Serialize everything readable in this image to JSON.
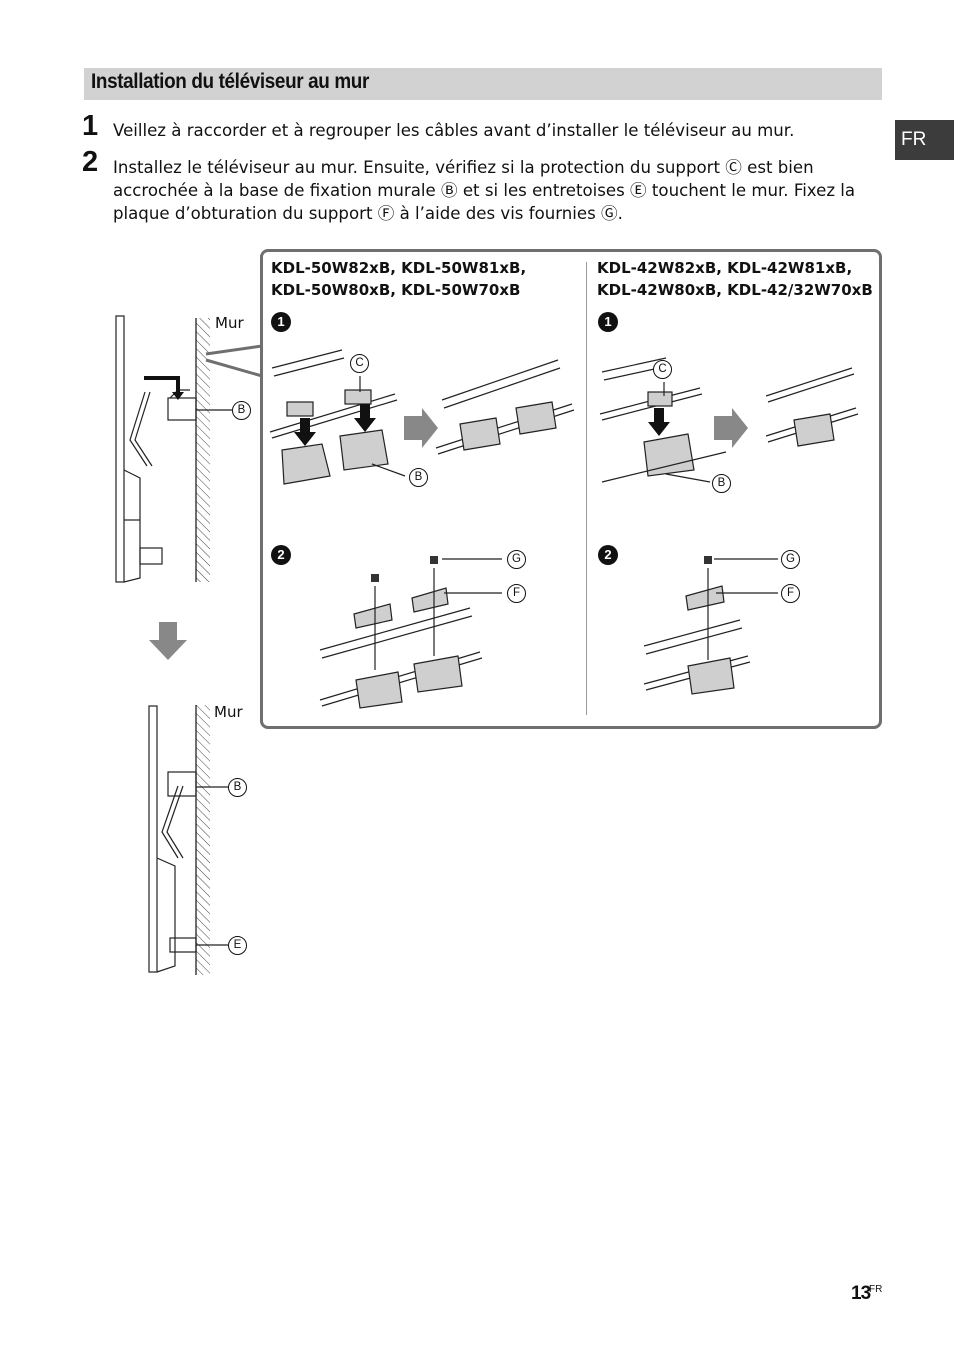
{
  "section": {
    "title": "Installation du téléviseur au mur"
  },
  "lang_tab": "FR",
  "steps": [
    {
      "num": "1",
      "text": "Veillez à raccorder et à regrouper les câbles avant d’installer le téléviseur au mur."
    },
    {
      "num": "2",
      "text": "Installez le téléviseur au mur. Ensuite, vérifiez si la protection du support Ⓒ est bien accrochée à la base de fixation murale Ⓑ et si les entretoises Ⓔ touchent le mur. Fixez la plaque d’obturation du support Ⓕ à l’aide des vis fournies Ⓖ."
    }
  ],
  "models": {
    "left": {
      "line1": "KDL-50W82xB, KDL-50W81xB,",
      "line2": "KDL-50W80xB, KDL-50W70xB"
    },
    "right": {
      "line1": "KDL-42W82xB, KDL-42W81xB,",
      "line2": "KDL-42W80xB, KDL-42/32W70xB"
    }
  },
  "bullets": {
    "one": "1",
    "two": "2"
  },
  "wall_label": "Mur",
  "callouts": {
    "B": "B",
    "C": "C",
    "E": "E",
    "F": "F",
    "G": "G"
  },
  "page": {
    "number": "13",
    "suffix": "FR"
  }
}
